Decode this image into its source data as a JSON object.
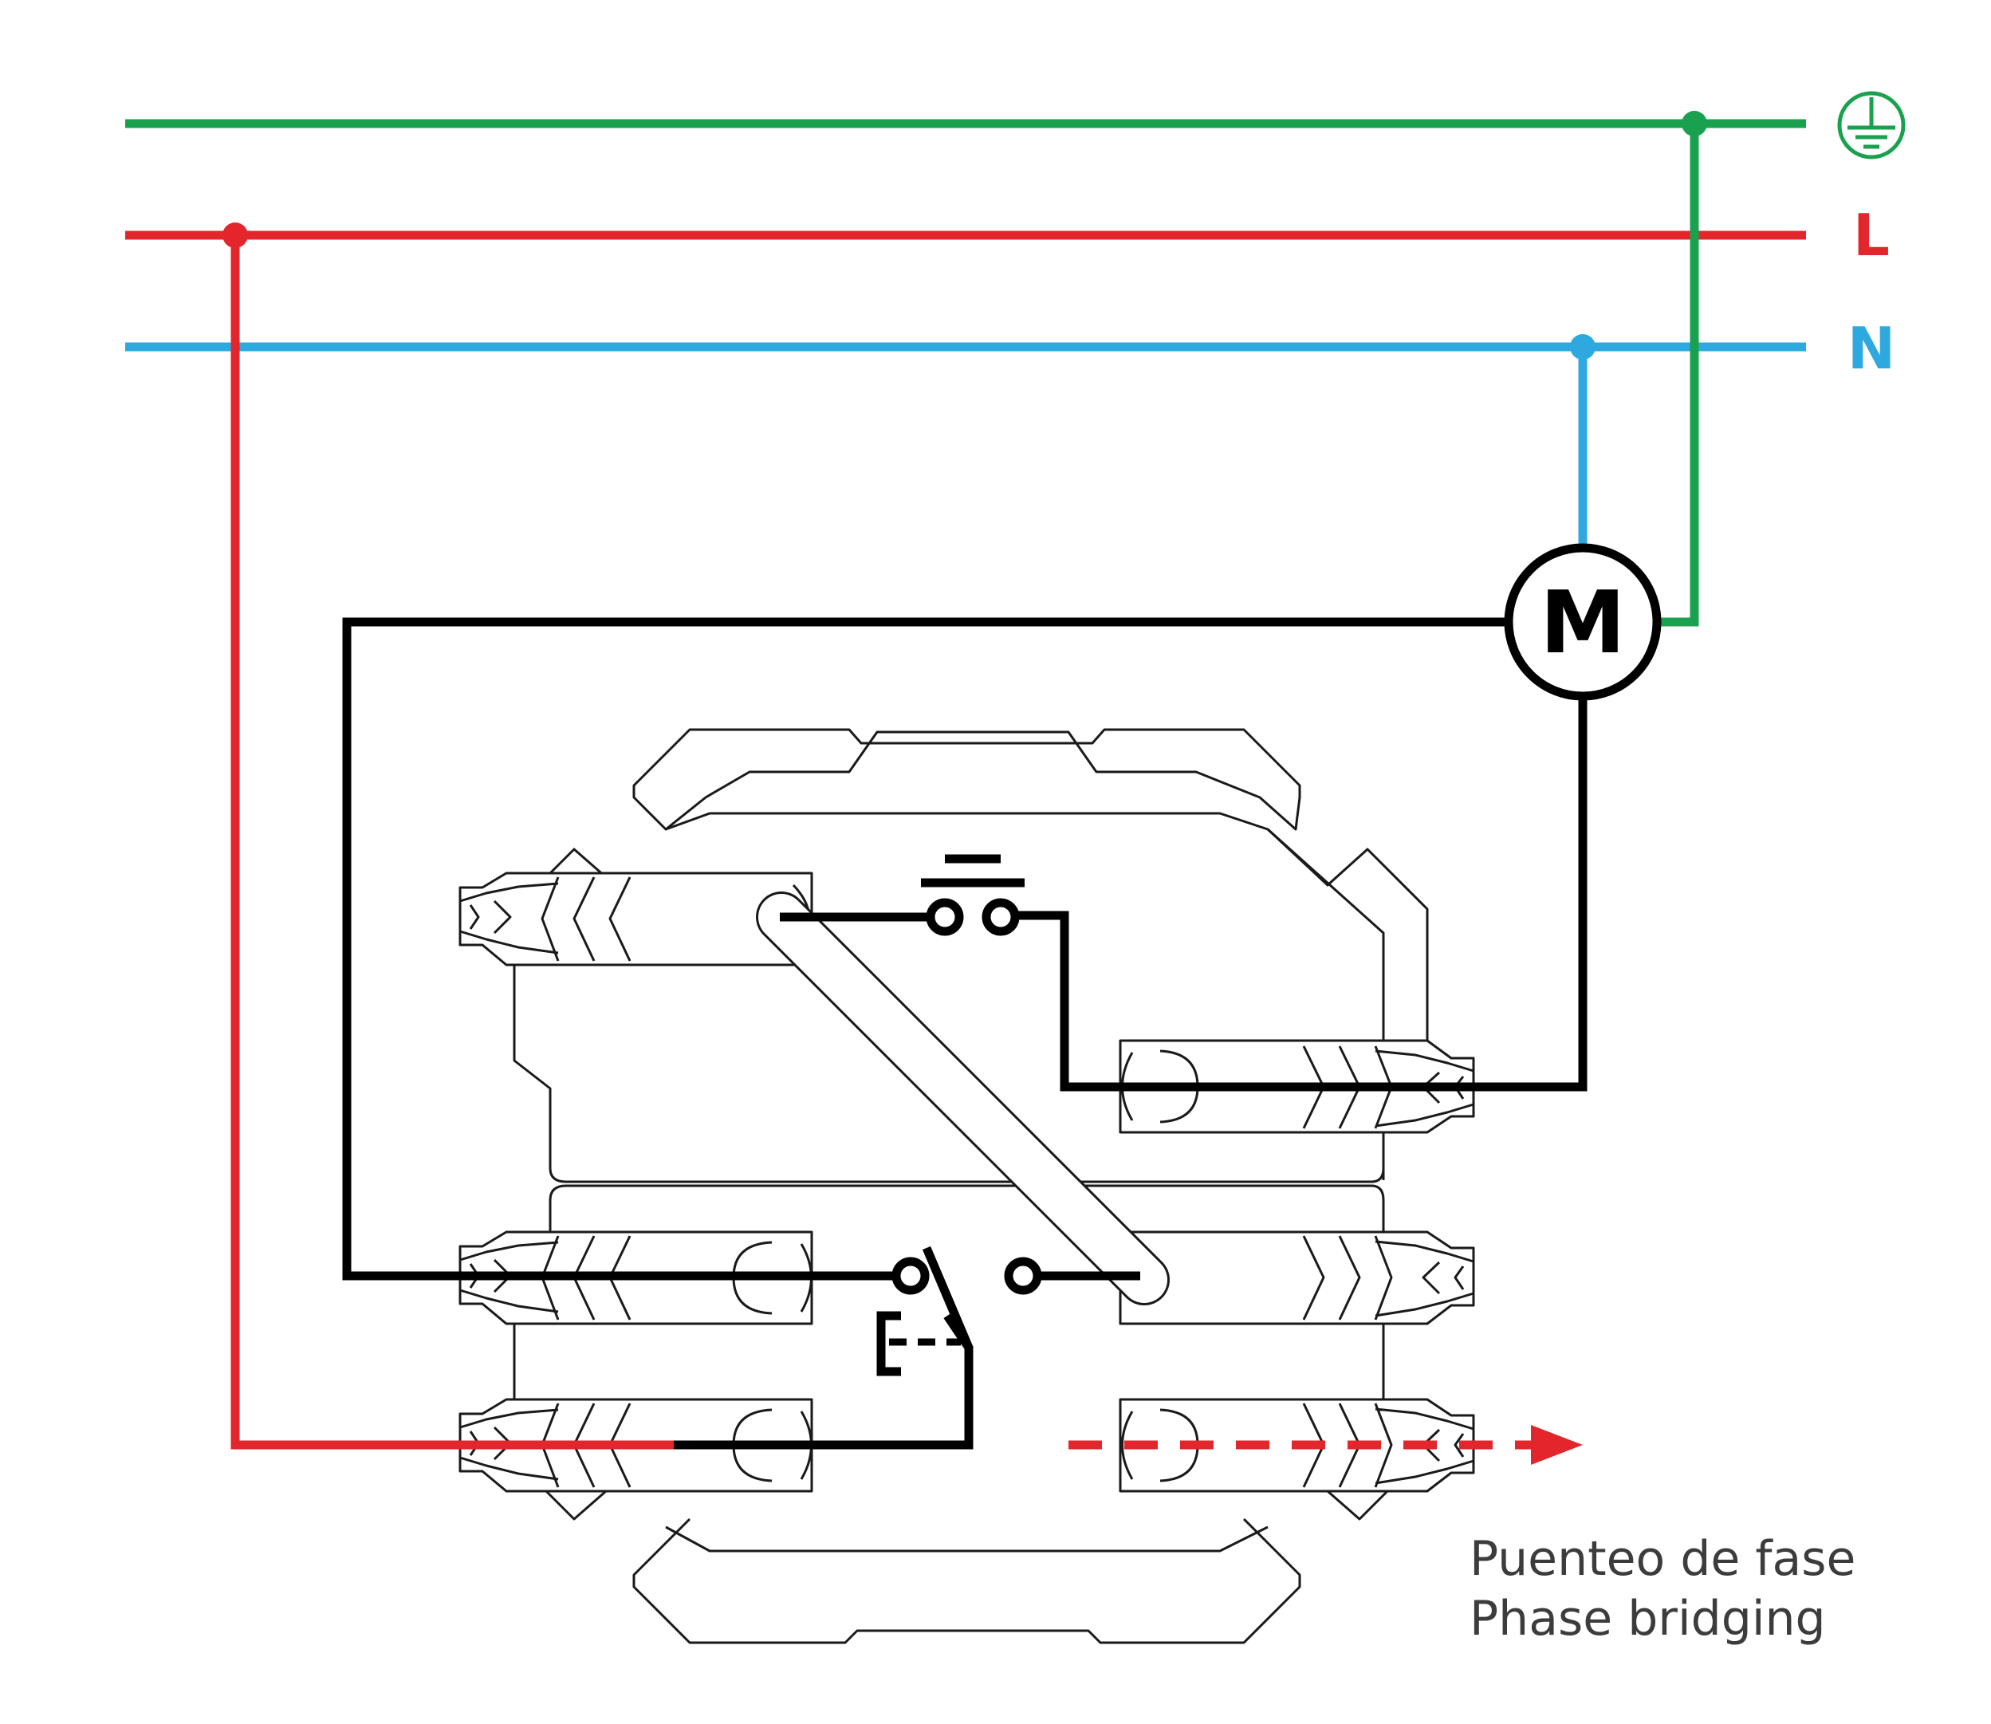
{
  "labels": {
    "earth_line": "",
    "live_line": "L",
    "neutral_line": "N",
    "motor": "M",
    "caption_es": "Puenteo de fase",
    "caption_en": "Phase bridging"
  },
  "colors": {
    "earth": "#1aa150",
    "live": "#e2262b",
    "neutral": "#2ea9e0",
    "wire": "#000000",
    "outline": "#1a1a1a",
    "caption": "#3c3c3c"
  },
  "icons": [
    "earth-ground-icon",
    "motor-symbol",
    "pushbutton-contact-icon",
    "limit-switch-contact-icon",
    "arrow-right-icon"
  ]
}
